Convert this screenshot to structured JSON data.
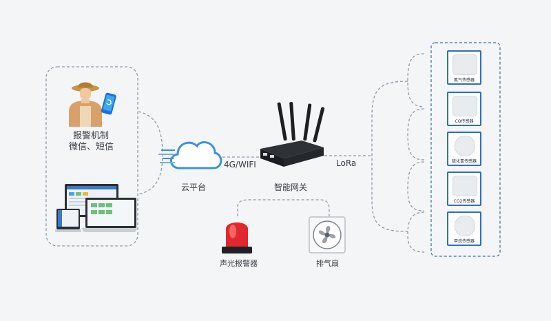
{
  "left_group": {
    "alarm_title": "报警机制",
    "alarm_channels": "微信、短信"
  },
  "cloud": {
    "label": "云平台"
  },
  "link_4g": {
    "label": "4G/WIFI"
  },
  "gateway": {
    "label": "智能网关"
  },
  "link_lora": {
    "label": "LoRa"
  },
  "alarm_light": {
    "label": "声光报警器"
  },
  "exhaust_fan": {
    "label": "排气扇"
  },
  "sensors": [
    {
      "label": "氨气传感器"
    },
    {
      "label": "CO传感器"
    },
    {
      "label": "硫化氢传感器"
    },
    {
      "label": "CO2传感器"
    },
    {
      "label": "甲烷传感器"
    }
  ],
  "colors": {
    "dash_line": "#8a9aa8",
    "accent_blue": "#2f6fb8",
    "cloud_blue": "#3f8fe0",
    "alarm_red": "#e0282e"
  }
}
